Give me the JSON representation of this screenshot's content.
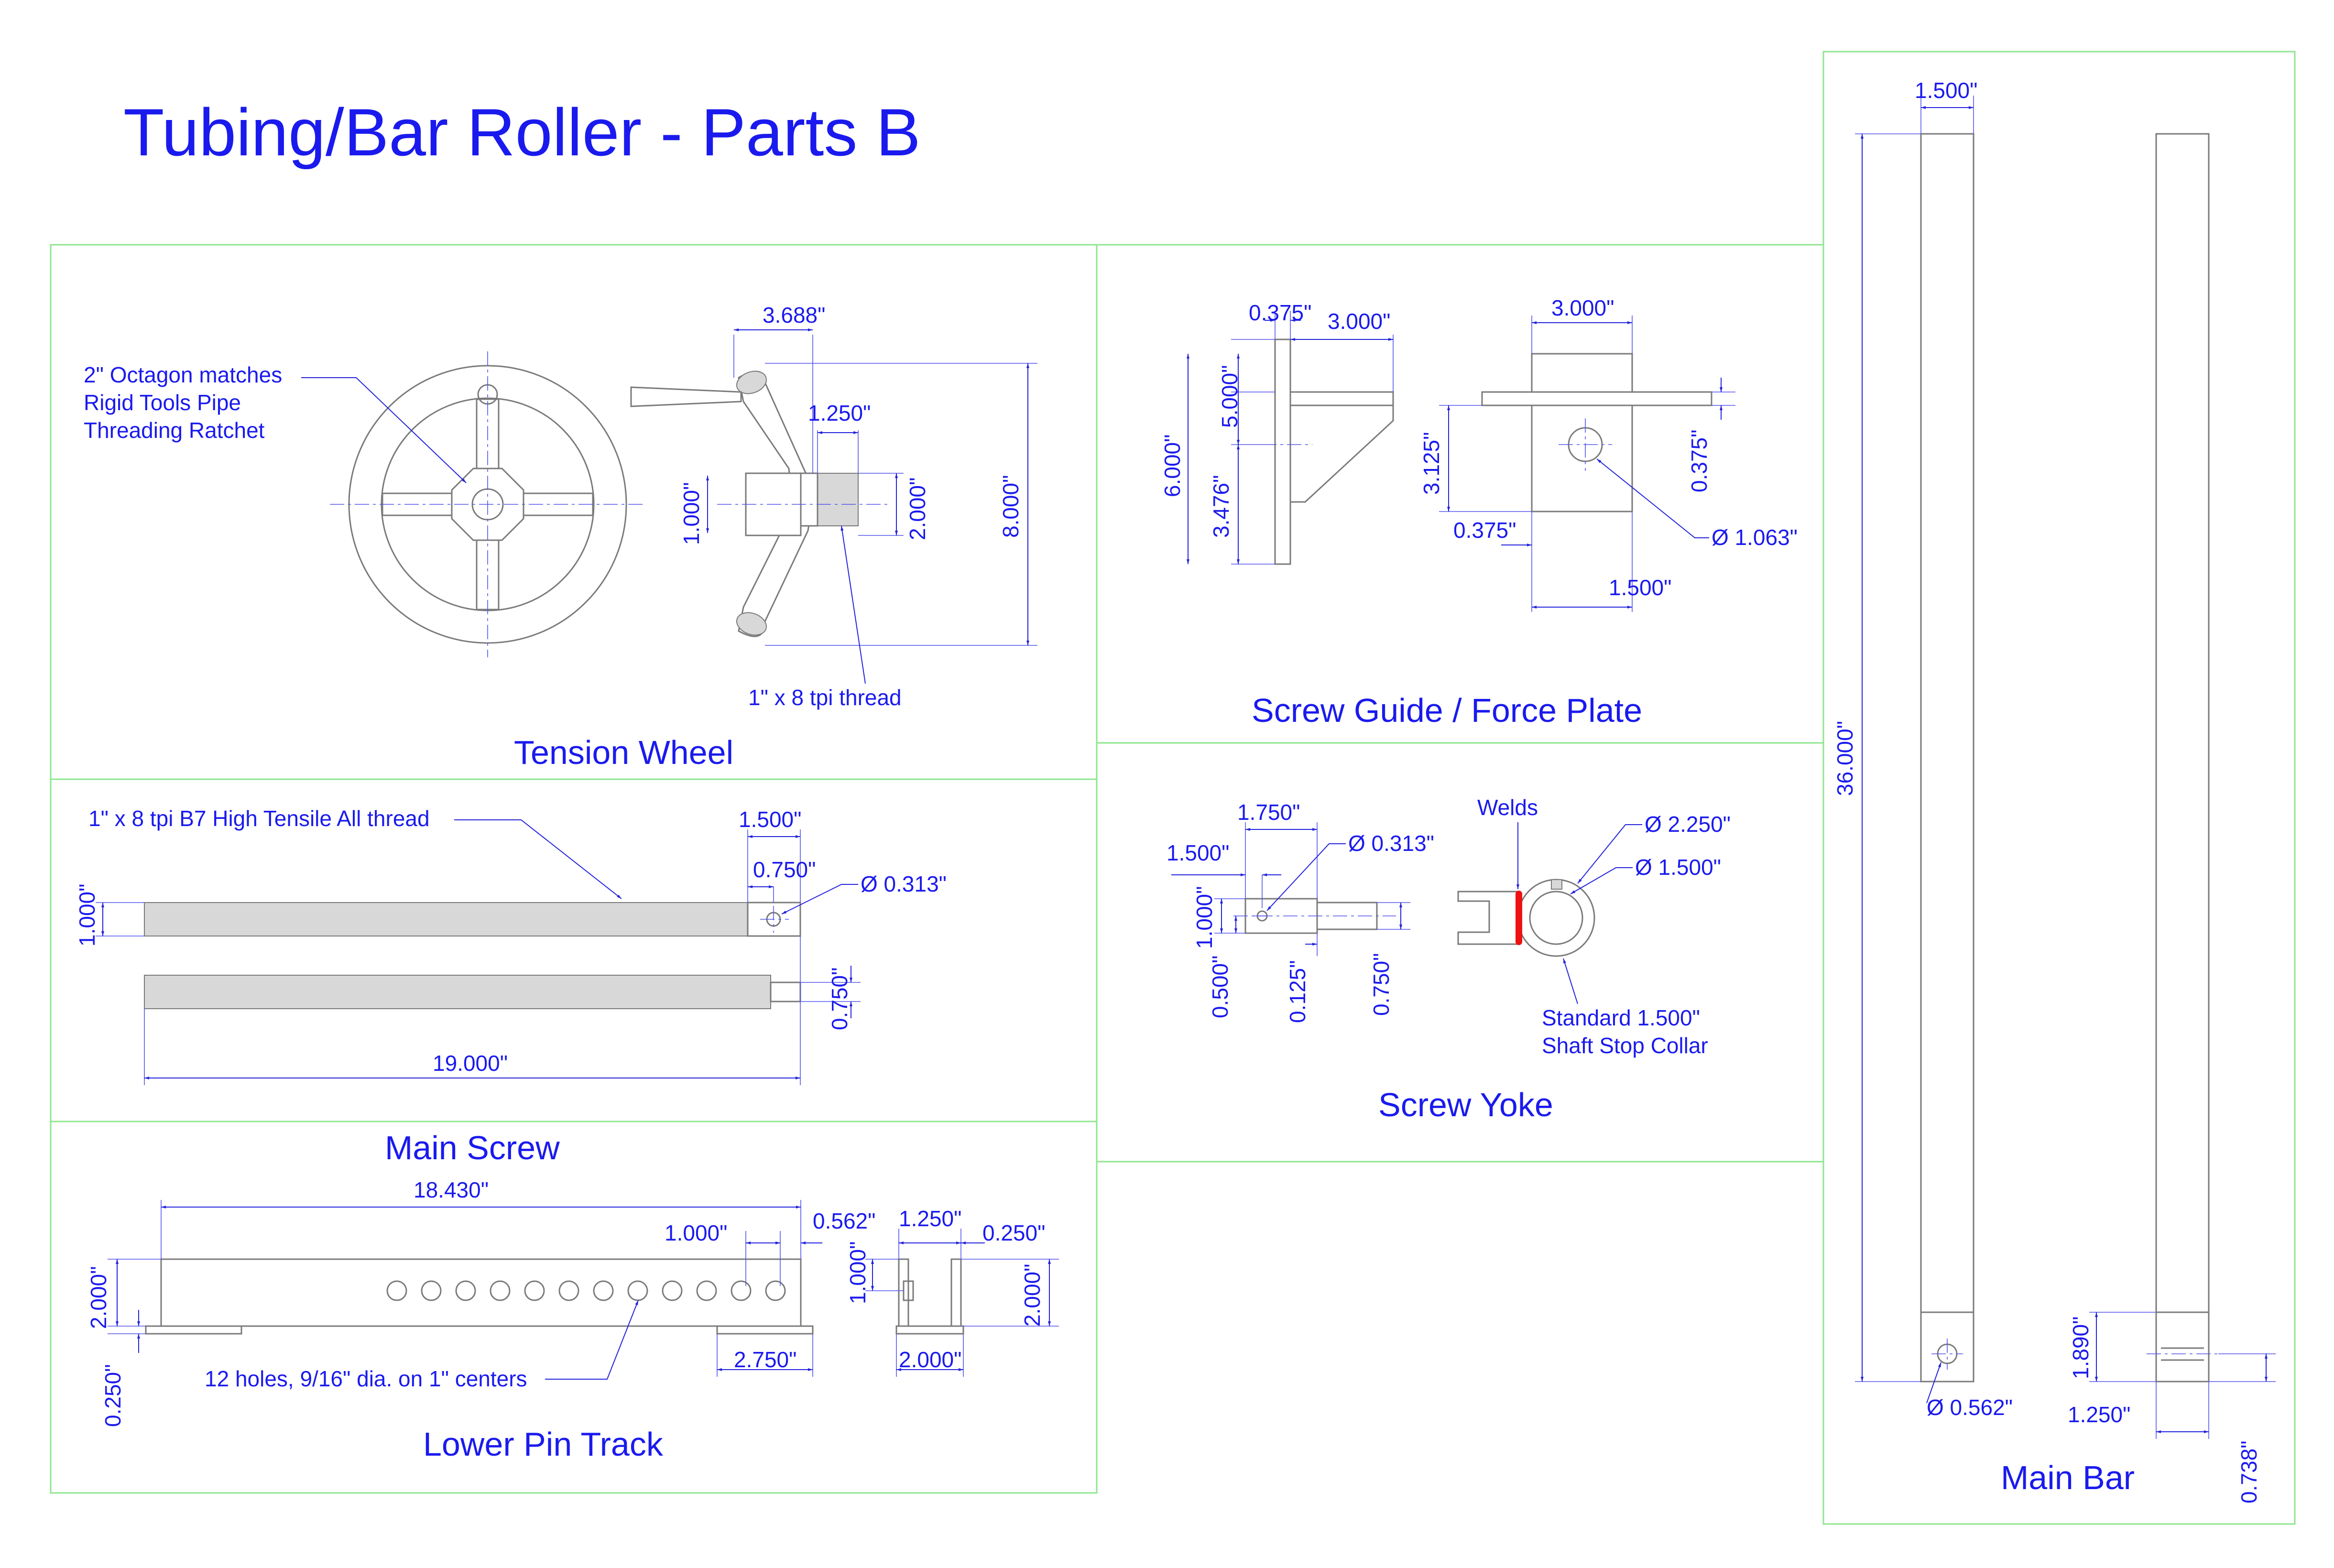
{
  "title": "Tubing/Bar Roller  - Parts B",
  "colors": {
    "text": "#1a1aee",
    "frame": "#8ee68e",
    "part": "#7a7a7a",
    "weld": "#ee1111"
  },
  "tension_wheel": {
    "label": "Tension Wheel",
    "note_octagon": [
      "2\" Octagon matches",
      "Rigid Tools Pipe",
      "Threading Ratchet"
    ],
    "note_thread": "1\" x 8 tpi thread",
    "dims": {
      "d1": "3.688\"",
      "d2": "1.250\"",
      "d3": "1.000\"",
      "d4": "2.000\"",
      "d5": "8.000\""
    }
  },
  "screw_guide": {
    "label": "Screw Guide / Force Plate",
    "dims": {
      "d1": "0.375\"",
      "d2": "3.000\"",
      "d3": "5.000\"",
      "d4": "6.000\"",
      "d5": "3.476\"",
      "d6": "3.000\"",
      "d7": "3.125\"",
      "d8": "0.375\"",
      "d9": "0.375\"",
      "d10": "Ø 1.063\"",
      "d11": "1.500\""
    }
  },
  "main_screw": {
    "label": "Main Screw",
    "note": "1\" x 8 tpi B7 High Tensile All thread",
    "dims": {
      "d1": "1.500\"",
      "d2": "0.750\"",
      "d3": "Ø 0.313\"",
      "d4": "1.000\"",
      "d5": "0.750\"",
      "d6": "19.000\""
    }
  },
  "screw_yoke": {
    "label": "Screw Yoke",
    "note_welds": "Welds",
    "note_collar": [
      "Standard 1.500\"",
      "Shaft Stop Collar"
    ],
    "dims": {
      "d1": "1.750\"",
      "d2": "1.500\"",
      "d3": "Ø 0.313\"",
      "d4": "1.000\"",
      "d5": "0.500\"",
      "d6": "0.125\"",
      "d7": "0.750\"",
      "d8": "Ø 2.250\"",
      "d9": "Ø 1.500\""
    }
  },
  "lower_pin_track": {
    "label": "Lower Pin Track",
    "note": "12 holes, 9/16\" dia. on 1\" centers",
    "dims": {
      "d1": "18.430\"",
      "d2": "1.000\"",
      "d3": "0.562\"",
      "d4": "2.000\"",
      "d5": "0.250\"",
      "d6": "2.750\"",
      "d7": "1.250\"",
      "d8": "0.250\"",
      "d9": "1.000\"",
      "d10": "2.000\"",
      "d11": "2.000\""
    }
  },
  "main_bar": {
    "label": "Main Bar",
    "dims": {
      "d1": "1.500\"",
      "d2": "36.000\"",
      "d3": "Ø 0.562\"",
      "d4": "1.890\"",
      "d5": "1.250\"",
      "d6": "0.738\""
    }
  }
}
